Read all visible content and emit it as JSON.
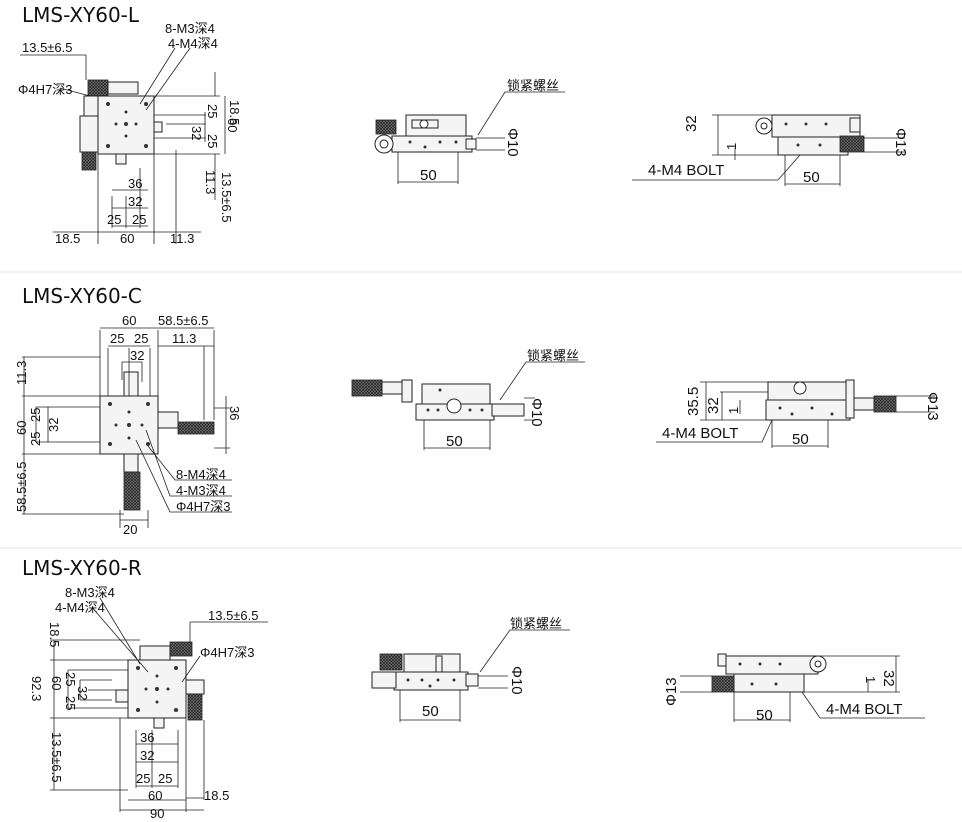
{
  "sections": [
    {
      "title": "LMS-XY60-L",
      "top_view": {
        "labels": [
          "13.5±6.5",
          "8-M3深4",
          "4-M4深4",
          "Φ4H7深3",
          "18.5",
          "60",
          "25",
          "25",
          "32",
          "11.3",
          "13.5±6.5",
          "36",
          "32",
          "25",
          "25",
          "18.5",
          "60",
          "11.3"
        ]
      },
      "front_view": {
        "callout": "锁紧螺丝",
        "width": "50",
        "diameter": "Φ10"
      },
      "side_view": {
        "height": "32",
        "step": "1",
        "bolt": "4-M4 BOLT",
        "width": "50",
        "diameter": "Φ13"
      }
    },
    {
      "title": "LMS-XY60-C",
      "top_view": {
        "labels": [
          "60",
          "58.5±6.5",
          "25",
          "25",
          "11.3",
          "32",
          "11.3",
          "25",
          "32",
          "25",
          "60",
          "36",
          "58.5±6.5",
          "8-M4深4",
          "4-M3深4",
          "Φ4H7深3",
          "20"
        ]
      },
      "front_view": {
        "callout": "锁紧螺丝",
        "width": "50",
        "diameter": "Φ10"
      },
      "side_view": {
        "height_outer": "35.5",
        "height": "32",
        "step": "1",
        "bolt": "4-M4 BOLT",
        "width": "50",
        "diameter": "Φ13"
      }
    },
    {
      "title": "LMS-XY60-R",
      "top_view": {
        "labels": [
          "8-M3深4",
          "4-M4深4",
          "13.5±6.5",
          "Φ4H7深3",
          "18.5",
          "92.3",
          "60",
          "25",
          "25",
          "32",
          "13.5±6.5",
          "36",
          "32",
          "25",
          "25",
          "60",
          "18.5",
          "90"
        ]
      },
      "front_view": {
        "callout": "锁紧螺丝",
        "width": "50",
        "diameter": "Φ10"
      },
      "side_view": {
        "height": "32",
        "step": "1",
        "bolt": "4-M4 BOLT",
        "width": "50",
        "diameter": "Φ13"
      }
    }
  ]
}
